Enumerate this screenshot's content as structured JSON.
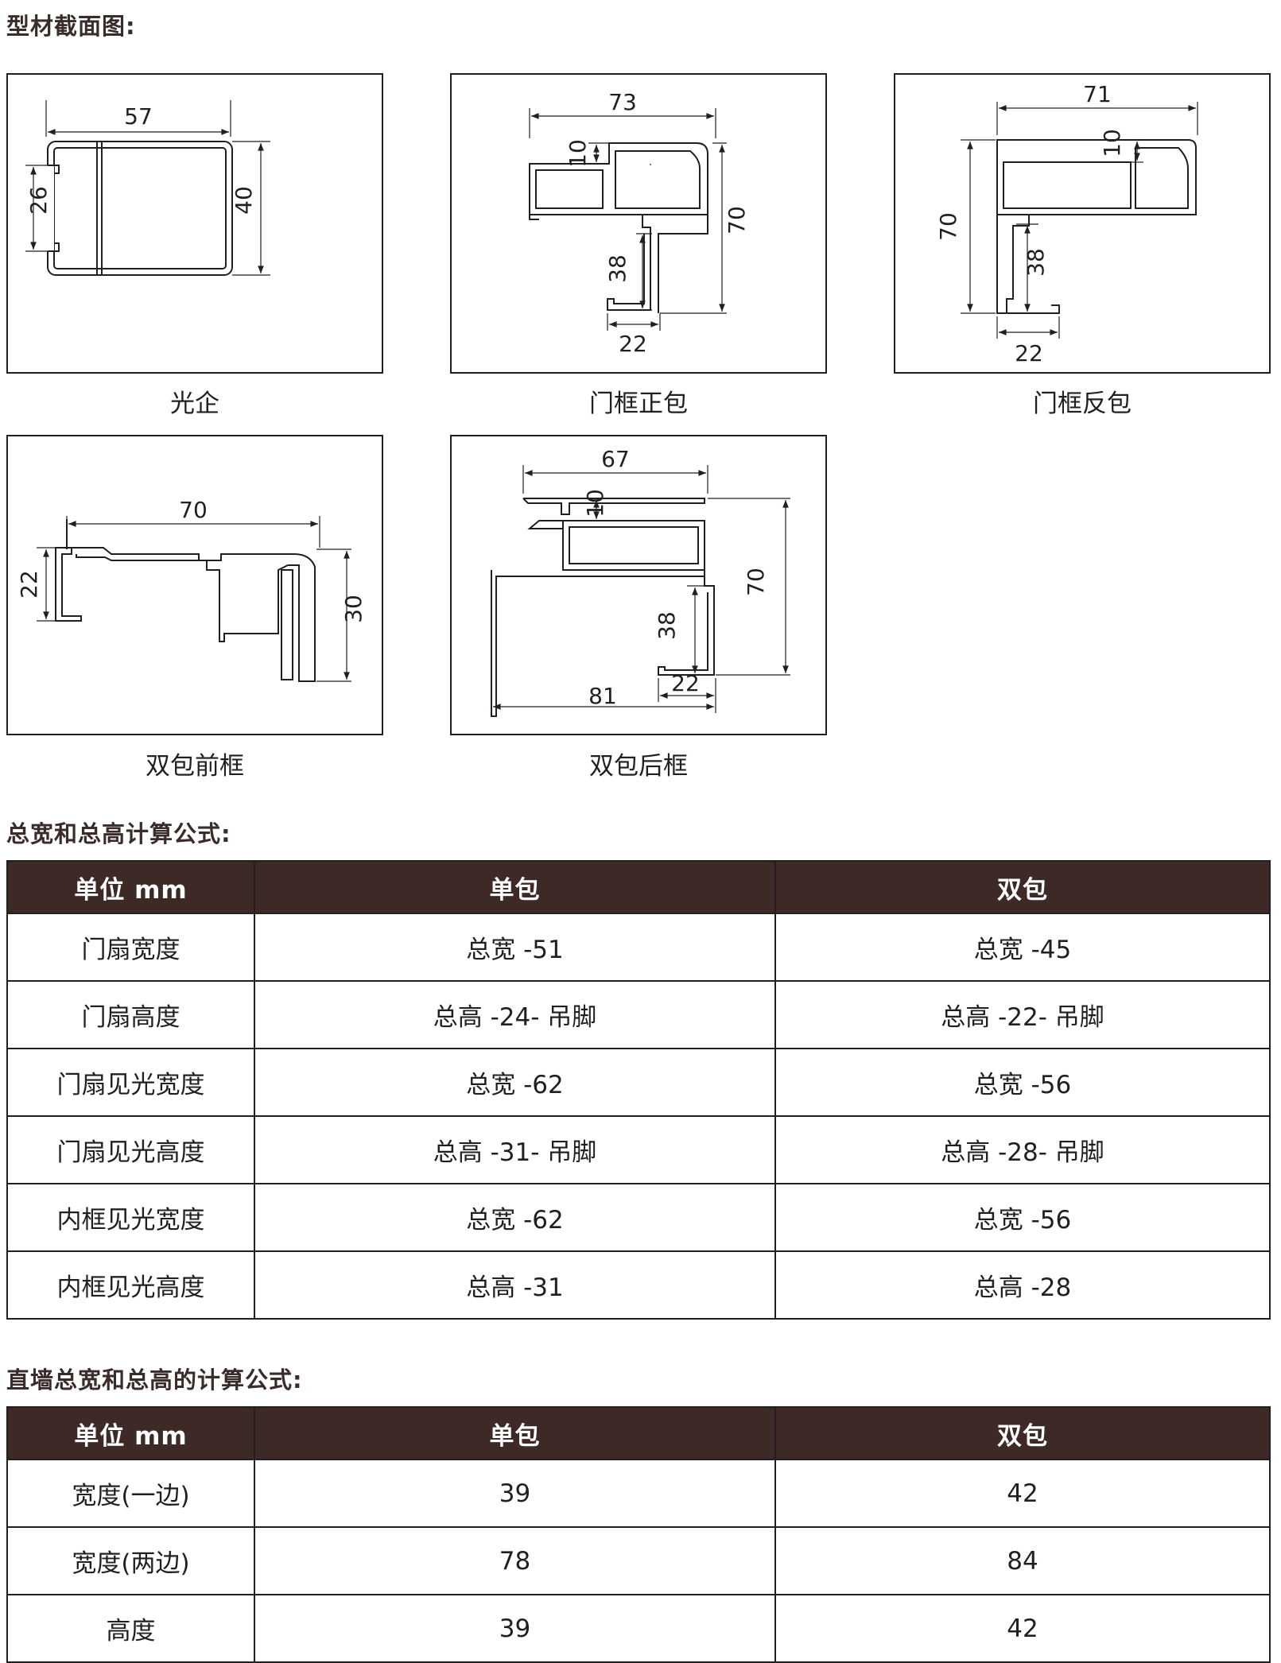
{
  "profiles_section": {
    "title": "型材截面图:",
    "profiles": [
      {
        "caption": "光企",
        "dims": [
          "57",
          "26",
          "40"
        ]
      },
      {
        "caption": "门框正包",
        "dims": [
          "73",
          "10",
          "70",
          "38",
          "22"
        ]
      },
      {
        "caption": "门框反包",
        "dims": [
          "71",
          "10",
          "70",
          "38",
          "22"
        ]
      },
      {
        "caption": "双包前框",
        "dims": [
          "70",
          "22",
          "30"
        ]
      },
      {
        "caption": "双包后框",
        "dims": [
          "67",
          "10",
          "70",
          "38",
          "22",
          "81"
        ]
      }
    ]
  },
  "formula_table": {
    "title": "总宽和总高计算公式:",
    "headers": [
      "单位 mm",
      "单包",
      "双包"
    ],
    "rows": [
      [
        "门扇宽度",
        "总宽 -51",
        "总宽 -45"
      ],
      [
        "门扇高度",
        "总高 -24- 吊脚",
        "总高 -22- 吊脚"
      ],
      [
        "门扇见光宽度",
        "总宽 -62",
        "总宽 -56"
      ],
      [
        "门扇见光高度",
        "总高 -31- 吊脚",
        "总高 -28- 吊脚"
      ],
      [
        "内框见光宽度",
        "总宽 -62",
        "总宽 -56"
      ],
      [
        "内框见光高度",
        "总高 -31",
        "总高 -28"
      ]
    ]
  },
  "wall_table": {
    "title": "直墙总宽和总高的计算公式:",
    "headers": [
      "单位 mm",
      "单包",
      "双包"
    ],
    "rows": [
      [
        "宽度(一边)",
        "39",
        "42"
      ],
      [
        "宽度(两边)",
        "78",
        "84"
      ],
      [
        "高度",
        "39",
        "42"
      ]
    ]
  },
  "colors": {
    "header_bg": "#3d2926",
    "line": "#231f20",
    "title": "#3a2c2a"
  }
}
